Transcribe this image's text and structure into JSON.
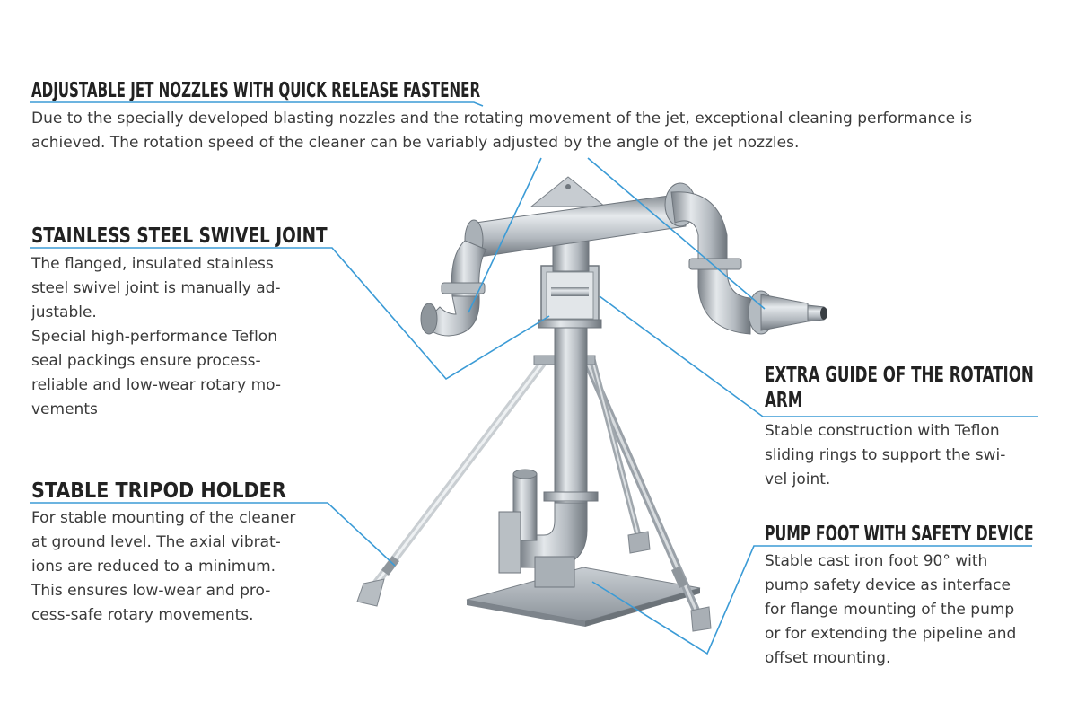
{
  "callouts": {
    "nozzles": {
      "title": "ADJUSTABLE JET NOZZLES WITH QUICK RELEASE FASTENER",
      "lines": [
        "Due to the specially developed blasting nozzles and the rotating movement of the jet, exceptional cleaning performance is",
        "achieved. The rotation speed of the cleaner can be variably adjusted by the angle of the jet nozzles."
      ]
    },
    "swivel": {
      "title": "STAINLESS STEEL SWIVEL JOINT",
      "lines": [
        "The flanged, insulated stainless",
        "steel swivel joint is manually ad-",
        "justable.",
        "Special high-performance Teflon",
        "seal packings ensure process-",
        "reliable and low-wear rotary mo-",
        "vements"
      ]
    },
    "tripod": {
      "title": "STABLE TRIPOD HOLDER",
      "lines": [
        "For stable mounting of the cleaner",
        "at ground level. The axial vibrat-",
        "ions are reduced to a minimum.",
        "This ensures low-wear and pro-",
        "cess-safe rotary movements."
      ]
    },
    "guide": {
      "title_lines": [
        "EXTRA GUIDE OF THE ROTATION",
        "ARM"
      ],
      "lines": [
        "Stable construction with Teflon",
        "sliding rings to support the swi-",
        "vel joint."
      ]
    },
    "pump": {
      "title": "PUMP FOOT WITH SAFETY DEVICE",
      "lines": [
        "Stable cast iron foot 90° with",
        "pump safety device as interface",
        "for flange mounting of the pump",
        "or for extending the pipeline and",
        "offset mounting."
      ]
    }
  },
  "colors": {
    "leader_line": "#3b9bd6",
    "metal": "#b8bec4",
    "metal_dark": "#7f868d"
  }
}
